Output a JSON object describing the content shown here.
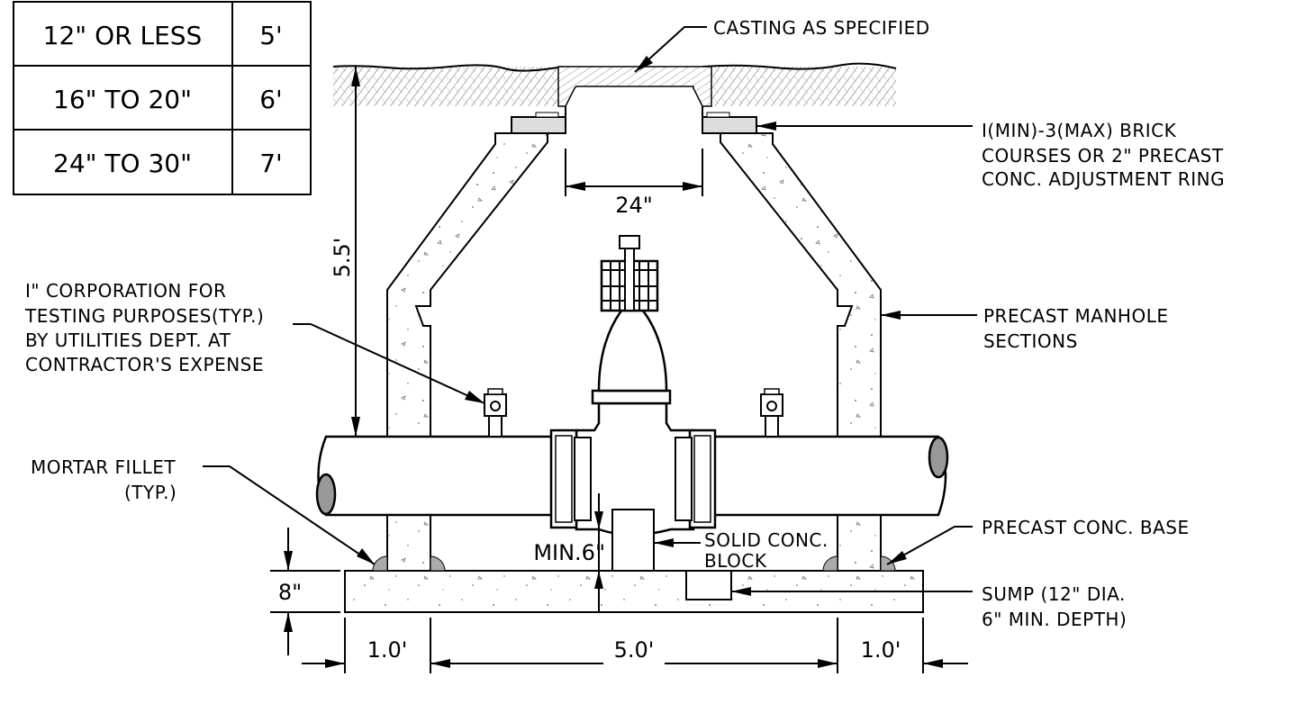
{
  "table": {
    "rows": [
      {
        "size": "12\" OR LESS",
        "depth": "5'"
      },
      {
        "size": "16\" TO 20\"",
        "depth": "6'"
      },
      {
        "size": "24\" TO 30\"",
        "depth": "7'"
      }
    ]
  },
  "labels": {
    "casting": "CASTING AS SPECIFIED",
    "brick_1": "I(MIN)-3(MAX) BRICK",
    "brick_2": "COURSES OR 2\" PRECAST",
    "brick_3": "CONC. ADJUSTMENT RING",
    "corp_1": "I\" CORPORATION FOR",
    "corp_2": "TESTING PURPOSES(TYP.)",
    "corp_3": "BY UTILITIES DEPT. AT",
    "corp_4": "CONTRACTOR'S EXPENSE",
    "manhole_1": "PRECAST MANHOLE",
    "manhole_2": "SECTIONS",
    "fillet_1": "MORTAR FILLET",
    "fillet_2": "(TYP.)",
    "base": "PRECAST CONC. BASE",
    "block_1": "SOLID CONC.",
    "block_2": "BLOCK",
    "sump_1": "SUMP (12\" DIA.",
    "sump_2": "6\" MIN. DEPTH)"
  },
  "dimensions": {
    "opening": "24\"",
    "height": "5.5'",
    "base_thickness": "8\"",
    "min_clear": "MIN.6\"",
    "wall_left": "1.0'",
    "inside_width": "5.0'",
    "wall_right": "1.0'"
  }
}
